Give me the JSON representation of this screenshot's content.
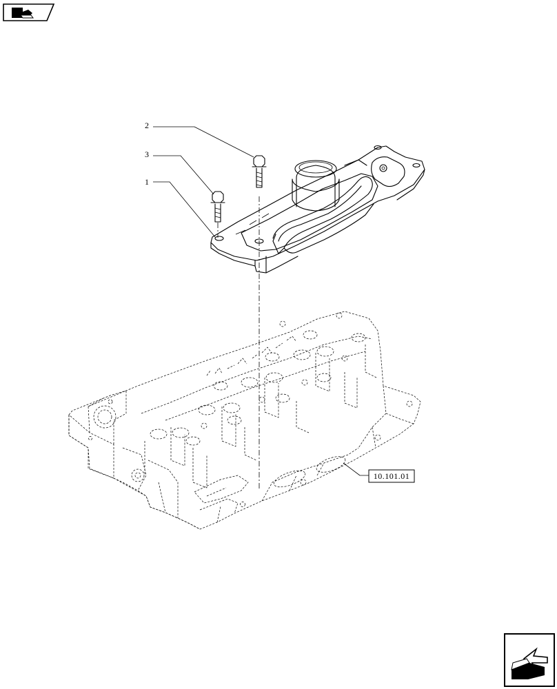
{
  "callouts": [
    {
      "number": "1"
    },
    {
      "number": "2"
    },
    {
      "number": "3"
    }
  ],
  "reference": {
    "label": "10.101.01"
  },
  "icons": {
    "top_left": "back-to-index-icon",
    "bottom_right": "next-page-arrow-icon"
  }
}
